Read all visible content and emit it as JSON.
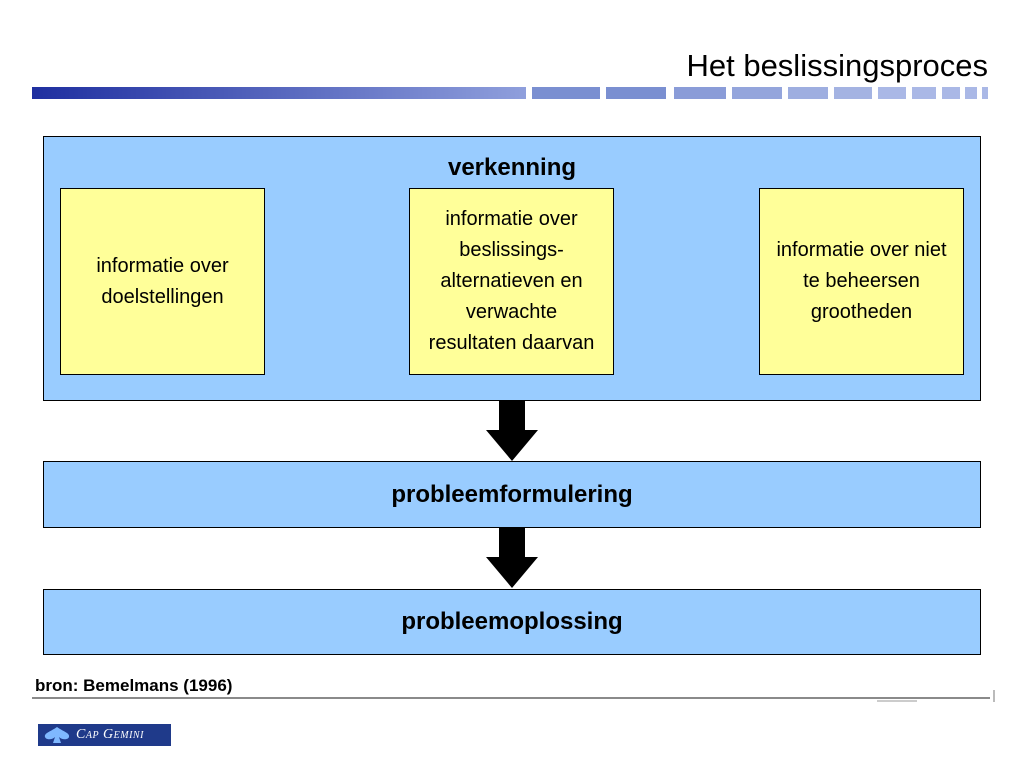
{
  "slide": {
    "title": "Het beslissingsproces",
    "source": "bron: Bemelmans (1996)",
    "logo_text": "Cap Gemini"
  },
  "diagram": {
    "stages": [
      {
        "label": "verkenning"
      },
      {
        "label": "probleemformulering"
      },
      {
        "label": "probleemoplossing"
      }
    ],
    "info_boxes": [
      {
        "text": "informatie over doelstellingen"
      },
      {
        "text": "informatie over beslissings-alternatieven en verwachte resultaten daarvan"
      },
      {
        "text": "informatie over niet te beheersen grootheden"
      }
    ]
  },
  "colors": {
    "stage_fill": "#99ccff",
    "info_fill": "#ffff99",
    "header_bar_start": "#1f2fa0",
    "header_bar_end": "#aab8e6",
    "logo_fill": "#1f3a8a"
  }
}
